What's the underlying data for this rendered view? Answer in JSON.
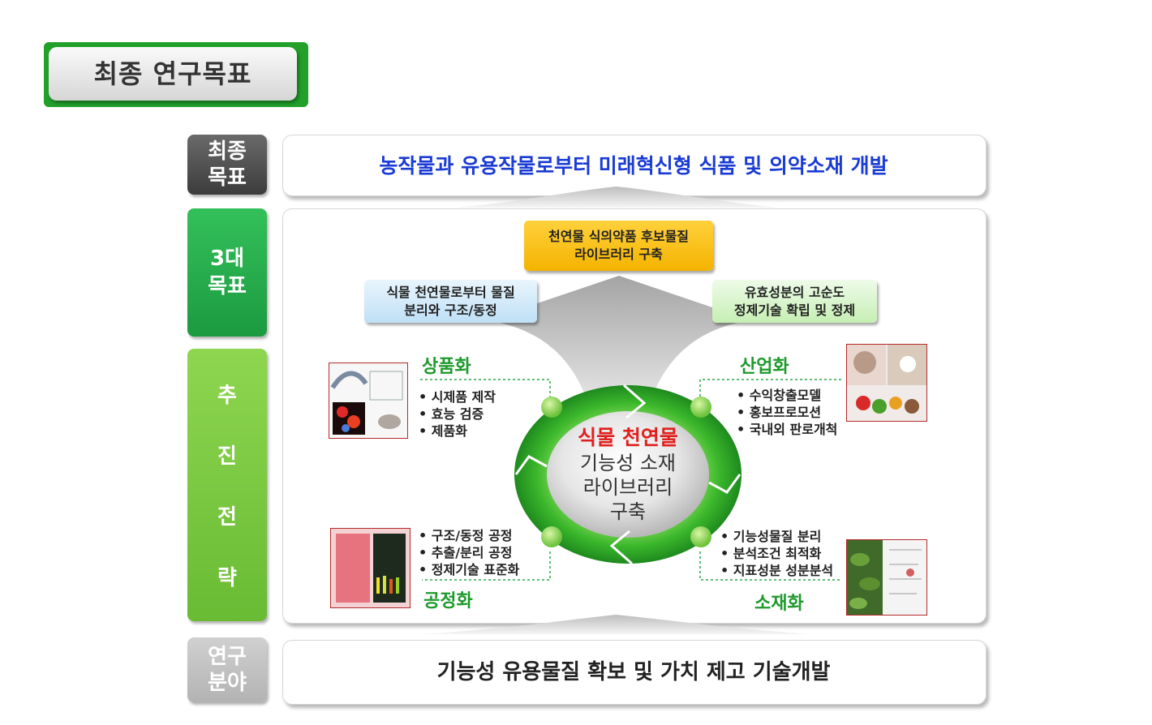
{
  "header": {
    "title": "최종 연구목표"
  },
  "side_labels": {
    "final_goal": [
      "최종",
      "목표"
    ],
    "three_goals": [
      "3대",
      "목표"
    ],
    "strategy": [
      "추",
      "진",
      "전",
      "략"
    ],
    "research_field": [
      "연구",
      "분야"
    ]
  },
  "final_goal_text": "농작물과 유용작물로부터 미래혁신형 식품 및 의약소재 개발",
  "three_goals": {
    "center": [
      "천연물 식의약품 후보물질",
      "라이브러리 구축"
    ],
    "left": [
      "식물 천연물로부터 물질",
      "분리와 구조/동정"
    ],
    "right": [
      "유효성분의 고순도",
      "정제기술 확립 및 정제"
    ]
  },
  "cycle_center": {
    "title": "식물 천연물",
    "lines": [
      "기능성 소재",
      "라이브러리",
      "구축"
    ]
  },
  "quadrants": {
    "top_left": {
      "heading": "상품화",
      "items": [
        "시제품 제작",
        "효능 검증",
        "제품화"
      ]
    },
    "top_right": {
      "heading": "산업화",
      "items": [
        "수익창출모델",
        "홍보프로모션",
        "국내외 판로개척"
      ]
    },
    "bottom_left": {
      "heading": "공정화",
      "items": [
        "구조/동정 공정",
        "추출/분리 공정",
        "정제기술 표준화"
      ]
    },
    "bottom_right": {
      "heading": "소재화",
      "items": [
        "기능성물질 분리",
        "분석조건 최적화",
        "지표성분 성분분석"
      ]
    }
  },
  "research_field_text": "기능성 유용물질 확보 및 가치 제고 기술개발",
  "colors": {
    "green": "#22a02a",
    "blue_text": "#1a3bd4",
    "red_text": "#e0201e",
    "orange_box": "#f4b300"
  }
}
